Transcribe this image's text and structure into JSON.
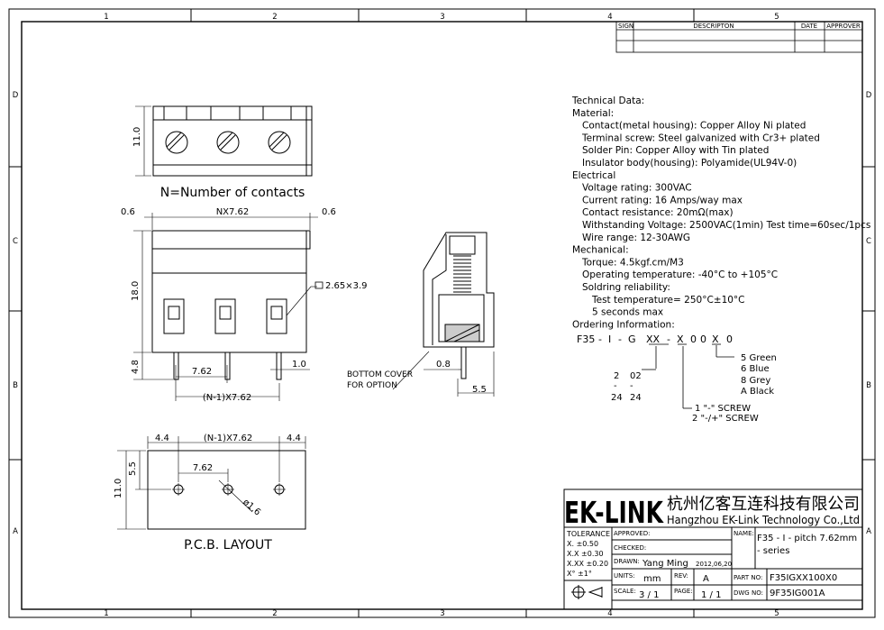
{
  "border": {
    "columns": [
      "1",
      "2",
      "3",
      "4",
      "5"
    ],
    "rows": [
      "D",
      "C",
      "B",
      "A"
    ]
  },
  "revision_table": {
    "headers": [
      "SIGN",
      "DESCRIPTON",
      "DATE",
      "APPROVER"
    ]
  },
  "views": {
    "top": {
      "height_dim": "11.0",
      "caption": "N=Number of contacts"
    },
    "front": {
      "pitch_dim": "NX7.62",
      "left_margin": "0.6",
      "right_margin": "0.6",
      "height_dim": "18.0",
      "pin_dim": "4.8",
      "pitch": "7.62",
      "pin_width": "1.0",
      "span": "(N-1)X7.62",
      "hole": "2.65×3.9"
    },
    "side": {
      "pin_offset": "0.8",
      "width": "5.5",
      "bottom_note_1": "BOTTOM COVER",
      "bottom_note_2": "FOR OPTION"
    },
    "pcb": {
      "margin_left": "4.4",
      "margin_right": "4.4",
      "span": "(N-1)X7.62",
      "pitch": "7.62",
      "height": "11.0",
      "half_height": "5.5",
      "hole": "ø1.6",
      "caption": "P.C.B.  LAYOUT"
    }
  },
  "tech": {
    "lines": [
      "Technical Data:",
      "Material:",
      "  Contact(metal housing): Copper Alloy  Ni plated",
      "  Terminal screw: Steel galvanized with Cr3+ plated",
      "  Solder Pin: Copper Alloy with Tin plated",
      "  Insulator body(housing): Polyamide(UL94V-0)",
      "Electrical",
      "  Voltage rating: 300VAC",
      "  Current rating: 16 Amps/way max",
      "  Contact resistance: 20mΩ(max)",
      "  Withstanding Voltage: 2500VAC(1min) Test time=60sec/1pcs",
      "  Wire range: 12-30AWG",
      "Mechanical:",
      "  Torque: 4.5kgf.cm/M3",
      "  Operating temperature: -40°C to +105°C",
      "  Soldring reliability:",
      "    Test temperature= 250°C±10°C",
      "    5 seconds max",
      "Ordering Information:"
    ]
  },
  "ordering": {
    "code": [
      "F35",
      "-",
      "I",
      "-",
      "G",
      "XX",
      "-",
      "X",
      "0",
      "0",
      "X",
      "0"
    ],
    "colors": [
      "5  Green",
      "6  Blue",
      "8  Grey",
      "A  Black"
    ],
    "poles_top": [
      "2",
      "02"
    ],
    "poles_dash": [
      "-",
      "-"
    ],
    "poles_bottom": [
      "24",
      "24"
    ],
    "screw": [
      "1  \"-\" SCREW",
      "2  \"-/+\" SCREW"
    ]
  },
  "title_block": {
    "logo": "EK-LINK",
    "company_cn": "杭州亿客互连科技有限公司",
    "company_en": "Hangzhou EK-Link Technology Co.,Ltd",
    "tolerance": [
      "TOLERANCE",
      "X.    ±0.50",
      "X.X   ±0.30",
      "X.XX ±0.20",
      "X°    ±1°"
    ],
    "approved_label": "APPROVED:",
    "checked_label": "CHECKED:",
    "drawn_label": "DRAWN:",
    "drawn_by": "Yang Ming",
    "date": "2012,06,20",
    "name_label": "NAME:",
    "name_1": "F35 - I - pitch 7.62mm",
    "name_2": "- series",
    "units_label": "UNITS:",
    "units": "mm",
    "rev_label": "REV:",
    "rev": "A",
    "part_label": "PART NO:",
    "part_no": "F35IGXX100X0",
    "scale_label": "SCALE:",
    "scale": "3 / 1",
    "page_label": "PAGE:",
    "page": "1 / 1",
    "dwg_label": "DWG NO:",
    "dwg_no": "9F35IG001A"
  }
}
